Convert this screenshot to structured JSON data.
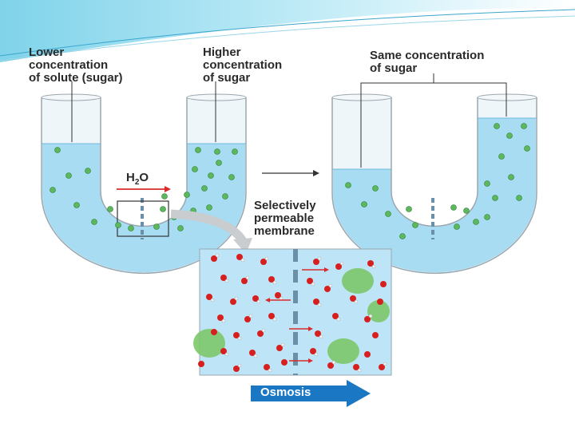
{
  "labels": {
    "lower": "Lower\nconcentration\nof solute (sugar)",
    "higher": "Higher\nconcentration\nof sugar",
    "same": "Same concentration\nof sugar",
    "membrane": "Selectively\npermeable\nmembrane",
    "h2o_main": "H",
    "h2o_sub": "2",
    "h2o_tail": "O",
    "osmosis": "Osmosis"
  },
  "colors": {
    "water": "#a8dcf2",
    "sugar": "#5cb85c",
    "membrane": "#6a8fa8",
    "oxygen": "#d62020",
    "hydrogen": "#f4f4f4",
    "arrow_red": "#d92b2b",
    "osmosis_blue": "#1a77c4",
    "magnify_bg": "#bde4f7"
  }
}
